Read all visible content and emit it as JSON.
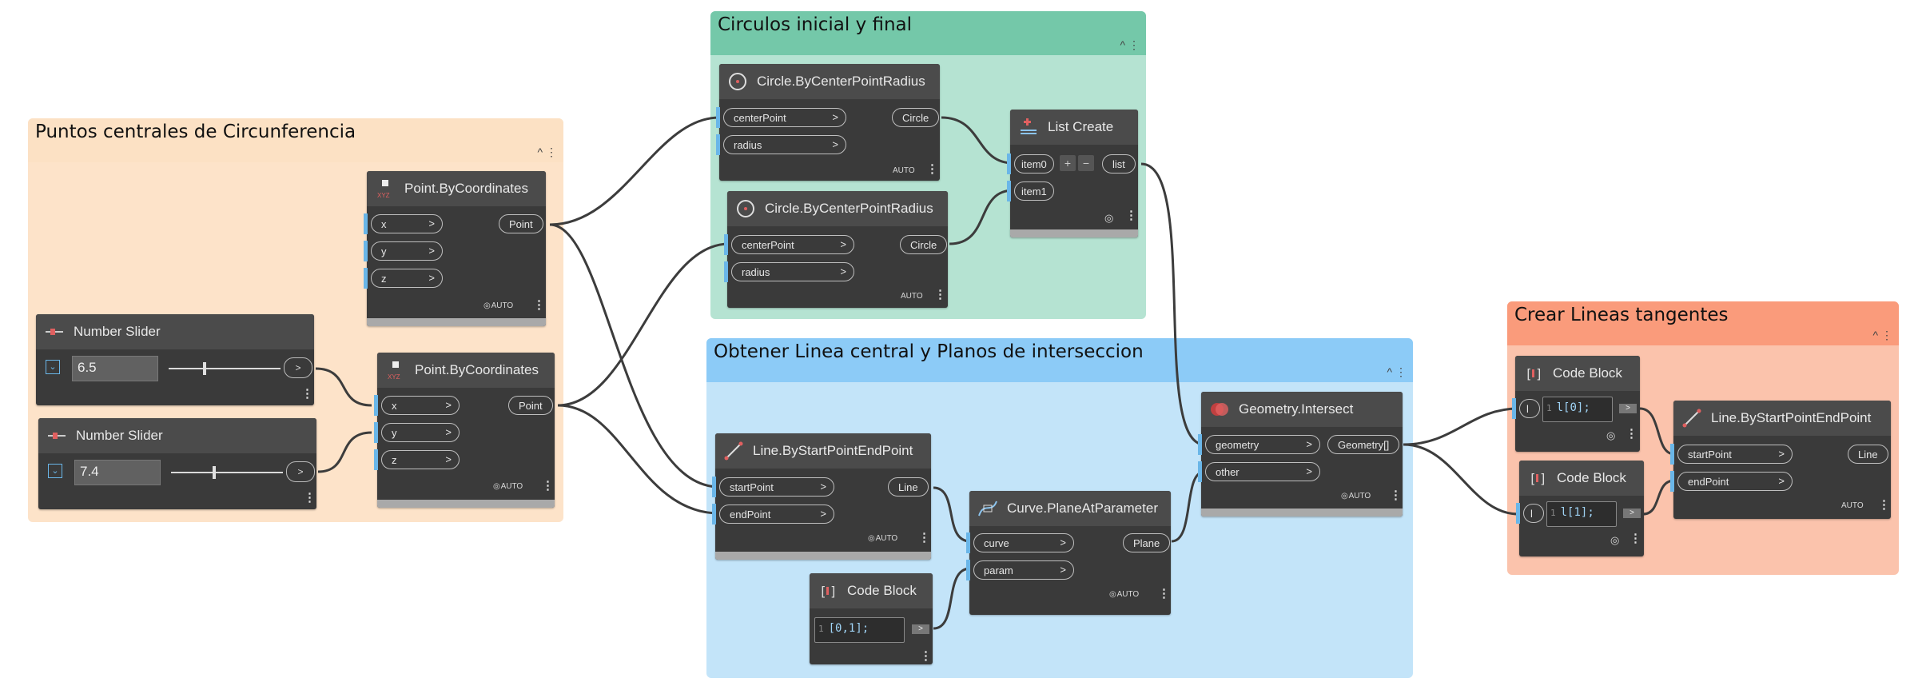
{
  "groups": {
    "puntos": {
      "title": "Puntos centrales de Circunferencia",
      "color": "#fde3c9",
      "header_color": "#fce1c4"
    },
    "circulos": {
      "title": "Circulos inicial y final",
      "color": "#b5e3d2",
      "header_color": "#74c8a9"
    },
    "obtener": {
      "title": "Obtener Linea central y Planos de interseccion",
      "color": "#c3e4f9",
      "header_color": "#8ccbf7"
    },
    "crear": {
      "title": "Crear Lineas tangentes",
      "color": "#fbc3ac",
      "header_color": "#fa9b7b"
    },
    "collapse_glyph": "^",
    "menu_glyph": "⋮"
  },
  "common": {
    "auto_label": "AUTO",
    "arrow": ">",
    "eye_icon": "eye-hidden-icon"
  },
  "nodes": {
    "point1": {
      "title": "Point.ByCoordinates",
      "inputs": [
        "x",
        "y",
        "z"
      ],
      "output": "Point",
      "icon": "xyz-icon"
    },
    "point2": {
      "title": "Point.ByCoordinates",
      "inputs": [
        "x",
        "y",
        "z"
      ],
      "output": "Point",
      "icon": "xyz-icon"
    },
    "slider1": {
      "title": "Number Slider",
      "value": "6.5",
      "expander": "⌄",
      "icon": "slider-icon"
    },
    "slider2": {
      "title": "Number Slider",
      "value": "7.4",
      "expander": "⌄",
      "icon": "slider-icon"
    },
    "circle1": {
      "title": "Circle.ByCenterPointRadius",
      "inputs": [
        "centerPoint",
        "radius"
      ],
      "output": "Circle",
      "icon": "circle-icon"
    },
    "circle2": {
      "title": "Circle.ByCenterPointRadius",
      "inputs": [
        "centerPoint",
        "radius"
      ],
      "output": "Circle",
      "icon": "circle-icon"
    },
    "listcreate": {
      "title": "List Create",
      "inputs": [
        "item0",
        "item1"
      ],
      "output": "list",
      "add": "+",
      "remove": "−",
      "icon": "list-icon"
    },
    "line1": {
      "title": "Line.ByStartPointEndPoint",
      "inputs": [
        "startPoint",
        "endPoint"
      ],
      "output": "Line",
      "icon": "line-icon"
    },
    "codeblock1": {
      "title": "Code Block",
      "line_no": "1",
      "code": "[0,1];",
      "icon": "code-block-icon"
    },
    "planeatparam": {
      "title": "Curve.PlaneAtParameter",
      "inputs": [
        "curve",
        "param"
      ],
      "output": "Plane",
      "icon": "curve-plane-icon"
    },
    "intersect": {
      "title": "Geometry.Intersect",
      "inputs": [
        "geometry",
        "other"
      ],
      "output": "Geometry[]",
      "icon": "intersect-icon"
    },
    "codeblock2": {
      "title": "Code Block",
      "input": "l",
      "line_no": "1",
      "code": "l[0];",
      "icon": "code-block-icon"
    },
    "codeblock3": {
      "title": "Code Block",
      "input": "l",
      "line_no": "1",
      "code": "l[1];",
      "icon": "code-block-icon"
    },
    "line2": {
      "title": "Line.ByStartPointEndPoint",
      "inputs": [
        "startPoint",
        "endPoint"
      ],
      "output": "Line",
      "icon": "line-icon"
    }
  }
}
